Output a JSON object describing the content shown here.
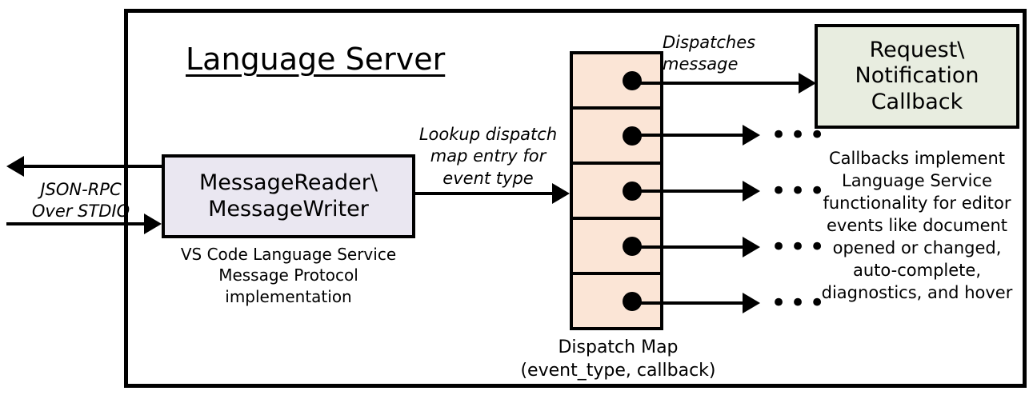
{
  "diagram": {
    "title": "Language Server",
    "outer_border_color": "#000000",
    "boxes": {
      "message_reader": {
        "line1": "MessageReader\\",
        "line2": "MessageWriter",
        "fill": "#EAE7F1",
        "caption_line1": "VS Code Language Service",
        "caption_line2": "Message Protocol implementation"
      },
      "callback": {
        "line1": "Request\\",
        "line2": "Notification",
        "line3": "Callback",
        "fill": "#E8EDE0",
        "caption": "Callbacks implement Language Service functionality for editor events like document opened or changed, auto-complete, diagnostics, and hover",
        "caption_lines": [
          "Callbacks implement",
          "Language Service",
          "functionality for editor",
          "events like document",
          "opened or changed,",
          "auto-complete,",
          "diagnostics, and hover"
        ]
      }
    },
    "dispatch_map": {
      "fill": "#FBE5D6",
      "row_count": 5,
      "caption_line1": "Dispatch Map",
      "caption_line2": "(event_type, callback)",
      "rows": [
        {
          "index": 1,
          "target": "Request\\Notification Callback"
        },
        {
          "index": 2,
          "target": "..."
        },
        {
          "index": 3,
          "target": "..."
        },
        {
          "index": 4,
          "target": "..."
        },
        {
          "index": 5,
          "target": "..."
        }
      ]
    },
    "edge_labels": {
      "jsonrpc_line1": "JSON-RPC",
      "jsonrpc_line2": "Over STDIO",
      "lookup_line1": "Lookup dispatch",
      "lookup_line2": "map entry for",
      "lookup_line3": "event type",
      "dispatches_line1": "Dispatches",
      "dispatches_line2": "message"
    },
    "ellipses": [
      "•••",
      "•••",
      "•••",
      "•••"
    ]
  }
}
